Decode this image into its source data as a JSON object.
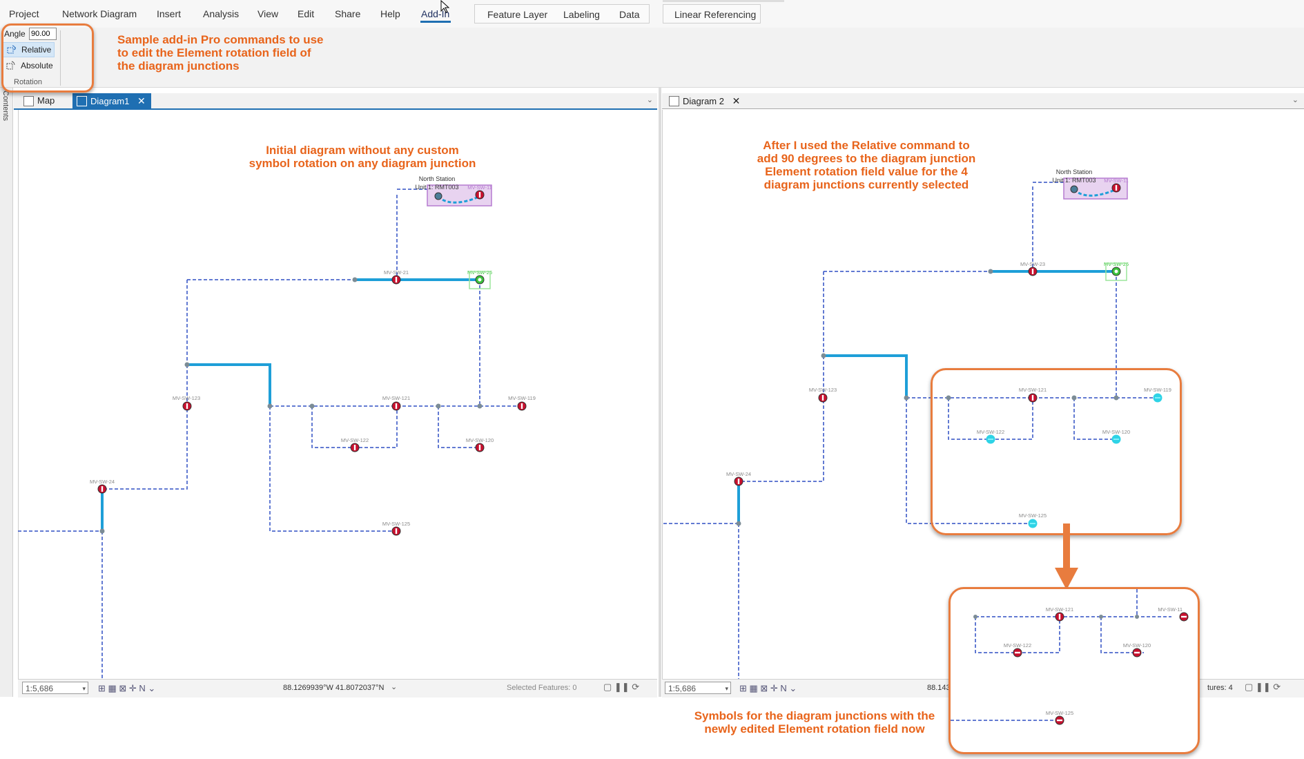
{
  "ribbon": {
    "tabs": [
      "Project",
      "Network Diagram",
      "Insert",
      "Analysis",
      "View",
      "Edit",
      "Share",
      "Help",
      "Add-In"
    ],
    "active_tab": "Add-In",
    "context_tabs": [
      "Feature Layer",
      "Labeling",
      "Data"
    ],
    "extra_tab": "Linear Referencing",
    "rotation_group": {
      "angle_label": "Angle",
      "angle_value": "90.00",
      "relative_label": "Relative",
      "absolute_label": "Absolute",
      "group_label": "Rotation"
    }
  },
  "contents_label": "Contents",
  "left_pane": {
    "tabs": [
      {
        "label": "Map",
        "active": false
      },
      {
        "label": "Diagram1",
        "active": true
      }
    ],
    "scale": "1:5,686",
    "coordinates": "88.1269939°W 41.8072037°N",
    "selected_features": "Selected Features: 0"
  },
  "right_pane": {
    "tabs": [
      {
        "label": "Diagram 2",
        "active": false
      }
    ],
    "scale": "1:5,686",
    "coordinates_partial": "88.143",
    "selected_features_partial": "tures: 4"
  },
  "diagram_labels": {
    "station_name": "North Station",
    "station_unit": "Unit 1: RMT003",
    "sw_21": "MV-SW-21",
    "sw_23": "MV-SW-23",
    "sw_26": "MV-SW-26",
    "sw_123": "MV-SW-123",
    "sw_121": "MV-SW-121",
    "sw_119": "MV-SW-119",
    "sw_122": "MV-SW-122",
    "sw_120": "MV-SW-120",
    "sw_24": "MV-SW-24",
    "sw_125": "MV-SW-125",
    "sw_11": "MV-SW-11"
  },
  "callouts": {
    "addin": [
      "Sample add-in Pro commands to use",
      "to edit the Element rotation field of",
      "the diagram junctions"
    ],
    "initial": [
      "Initial diagram without any custom",
      "symbol rotation on any diagram junction"
    ],
    "after": [
      "After I used the Relative command to",
      "add 90 degrees to the diagram junction",
      "Element rotation field value for the 4",
      "diagram junctions currently selected"
    ],
    "symbols": [
      "Symbols for the diagram junctions with the",
      "newly edited Element rotation field now"
    ]
  },
  "colors": {
    "accent": "#E8641B",
    "frame": "#E87C3E",
    "dashed_edge": "#2F4FC4",
    "bold_edge": "#1E9FD8",
    "junction_red": "#C8102E",
    "junction_cyan": "#2ED3E6",
    "junction_green": "#3CC23C",
    "active_tab_blue": "#1F6FB2"
  }
}
